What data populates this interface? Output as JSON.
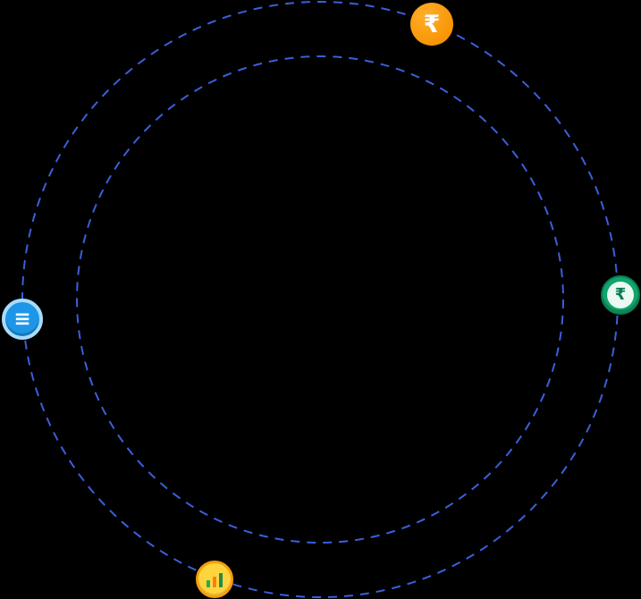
{
  "illustration": {
    "background_color": "#000000",
    "orbit_stroke_color": "#3A5FDC",
    "description": "Two concentric dashed orbit circles with currency coin icons"
  },
  "icons": {
    "orange_rupee": {
      "label": "rupee-badge-orange",
      "symbol": "₹",
      "background_color": "#F9990B",
      "symbol_color": "#FFFFFF"
    },
    "green_rupee": {
      "label": "rupee-coin-green",
      "symbol": "₹",
      "rim_color": "#0A7C50",
      "body_color": "#10A56C",
      "face_color": "#EAF9F1",
      "symbol_color": "#0A7C50"
    },
    "blue_lines": {
      "label": "coin-blue-lines",
      "symbol": "≡",
      "rim_color": "#A8DBFB",
      "body_color": "#1D96E8",
      "symbol_color": "#FFFFFF"
    },
    "gold_chart": {
      "label": "coin-gold-chart",
      "rim_color": "#F59E0B",
      "body_color": "#FFD53E",
      "bar_colors": [
        "#2FA84F",
        "#F6820C",
        "#1E8E4A"
      ]
    }
  }
}
